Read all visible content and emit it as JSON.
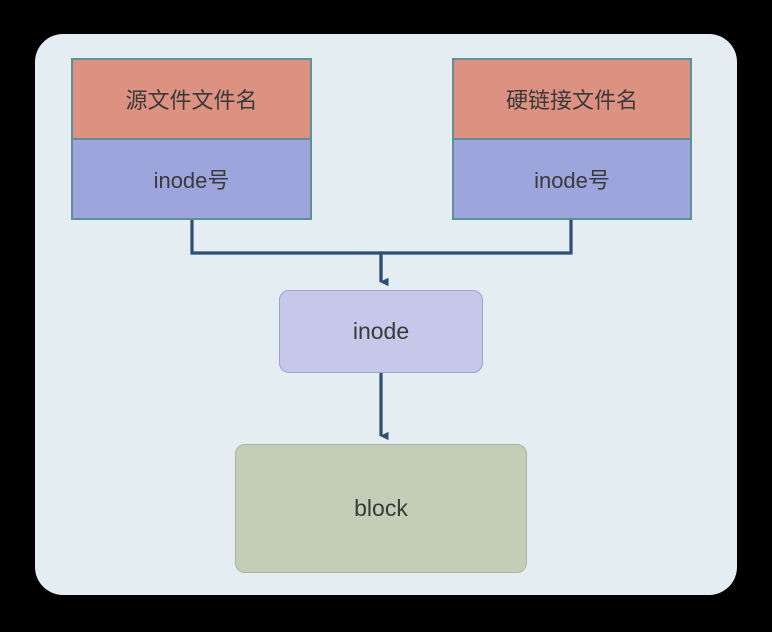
{
  "diagram": {
    "title": "hard link inode relationship diagram",
    "canvas_background": "#e4eef2",
    "page_background": "#000000",
    "nodes": {
      "source_file": {
        "name_label": "源文件文件名",
        "inode_label": "inode号",
        "name_fill": "#dd9181",
        "inode_fill": "#9ea5dd",
        "border_color": "#5d9097"
      },
      "hard_link_file": {
        "name_label": "硬链接文件名",
        "inode_label": "inode号",
        "name_fill": "#dd9181",
        "inode_fill": "#9ea5dd",
        "border_color": "#5d9097"
      },
      "inode": {
        "label": "inode",
        "fill": "#c5c8e8",
        "border_color": "#9fa3d2"
      },
      "block": {
        "label": "block",
        "fill": "#c3ceb7",
        "border_color": "#a9b59c"
      }
    },
    "connectors": {
      "color": "#2d4f73",
      "edges": [
        {
          "from": "source_file",
          "to": "inode",
          "style": "elbow-arrow"
        },
        {
          "from": "hard_link_file",
          "to": "inode",
          "style": "elbow-arrow"
        },
        {
          "from": "inode",
          "to": "block",
          "style": "straight-arrow"
        }
      ]
    }
  }
}
